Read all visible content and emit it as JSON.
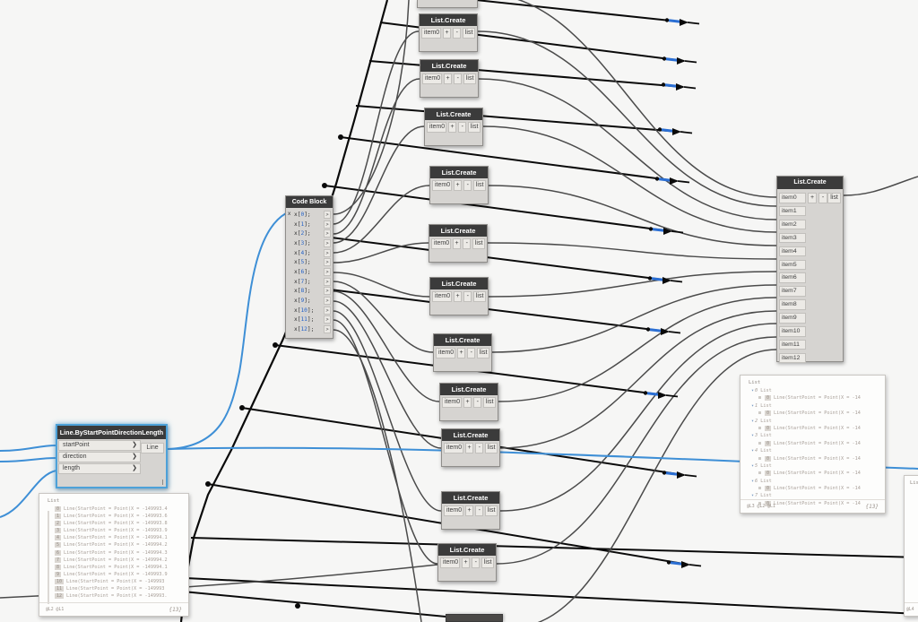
{
  "colors": {
    "accent_blue": "#3e8fd6",
    "selection_blue": "#4da1d8",
    "wire_gray": "#4b4b4b",
    "geometry_black": "#0a0a0a",
    "node_header": "#3b3b3b",
    "node_body": "#d6d4d1"
  },
  "code_block": {
    "title": "Code Block",
    "input_label": "x",
    "rows": [
      "x[0];",
      "x[1];",
      "x[2];",
      "x[3];",
      "x[4];",
      "x[5];",
      "x[6];",
      "x[7];",
      "x[8];",
      "x[9];",
      "x[10];",
      "x[11];",
      "x[12];"
    ],
    "port_glyph": ">"
  },
  "line_node": {
    "title": "Line.ByStartPointDirectionLength",
    "inputs": [
      "startPoint",
      "direction",
      "length"
    ],
    "output": "Line",
    "port_glyph": ">"
  },
  "list_node_template": {
    "title": "List.Create",
    "input": "item0",
    "add_label": "+",
    "remove_label": "-",
    "output": "list",
    "count": 11
  },
  "right_node": {
    "title": "List.Create",
    "inputs": [
      "item0",
      "item1",
      "item2",
      "item3",
      "item4",
      "item5",
      "item6",
      "item7",
      "item8",
      "item9",
      "item10",
      "item11",
      "item12"
    ],
    "add_label": "+",
    "remove_label": "-",
    "output": "list"
  },
  "left_preview": {
    "header": "List",
    "rows": [
      {
        "index": "0",
        "text": "Line(StartPoint = Point(X = -149993.4"
      },
      {
        "index": "1",
        "text": "Line(StartPoint = Point(X = -149993.6"
      },
      {
        "index": "2",
        "text": "Line(StartPoint = Point(X = -149993.8"
      },
      {
        "index": "3",
        "text": "Line(StartPoint = Point(X = -149993.9"
      },
      {
        "index": "4",
        "text": "Line(StartPoint = Point(X = -149994.1"
      },
      {
        "index": "5",
        "text": "Line(StartPoint = Point(X = -149994.2"
      },
      {
        "index": "6",
        "text": "Line(StartPoint = Point(X = -149994.3"
      },
      {
        "index": "7",
        "text": "Line(StartPoint = Point(X = -149994.2"
      },
      {
        "index": "8",
        "text": "Line(StartPoint = Point(X = -149994.1"
      },
      {
        "index": "9",
        "text": "Line(StartPoint = Point(X = -149993.9"
      },
      {
        "index": "10",
        "text": "Line(StartPoint = Point(X = -149993"
      },
      {
        "index": "11",
        "text": "Line(StartPoint = Point(X = -149993"
      },
      {
        "index": "12",
        "text": "Line(StartPoint = Point(X = -149993."
      }
    ],
    "footer_levels": "@L2 @L1",
    "footer_count": "{13}"
  },
  "right_preview": {
    "header": "List",
    "groups": [
      {
        "index": "0",
        "label": "List",
        "child_index": "0",
        "child_text": "Line(StartPoint = Point(X = -14"
      },
      {
        "index": "1",
        "label": "List",
        "child_index": "0",
        "child_text": "Line(StartPoint = Point(X = -14"
      },
      {
        "index": "2",
        "label": "List",
        "child_index": "0",
        "child_text": "Line(StartPoint = Point(X = -14"
      },
      {
        "index": "3",
        "label": "List",
        "child_index": "0",
        "child_text": "Line(StartPoint = Point(X = -14"
      },
      {
        "index": "4",
        "label": "List",
        "child_index": "0",
        "child_text": "Line(StartPoint = Point(X = -14"
      },
      {
        "index": "5",
        "label": "List",
        "child_index": "0",
        "child_text": "Line(StartPoint = Point(X = -14"
      },
      {
        "index": "6",
        "label": "List",
        "child_index": "0",
        "child_text": "Line(StartPoint = Point(X = -14"
      },
      {
        "index": "7",
        "label": "List",
        "child_index": "0",
        "child_text": "Line(StartPoint = Point(X = -14"
      }
    ],
    "footer_levels": "@L3 @L2 @L1",
    "footer_count": "{13}"
  },
  "edge_preview": {
    "header": "List",
    "footer_levels": "@L4"
  }
}
